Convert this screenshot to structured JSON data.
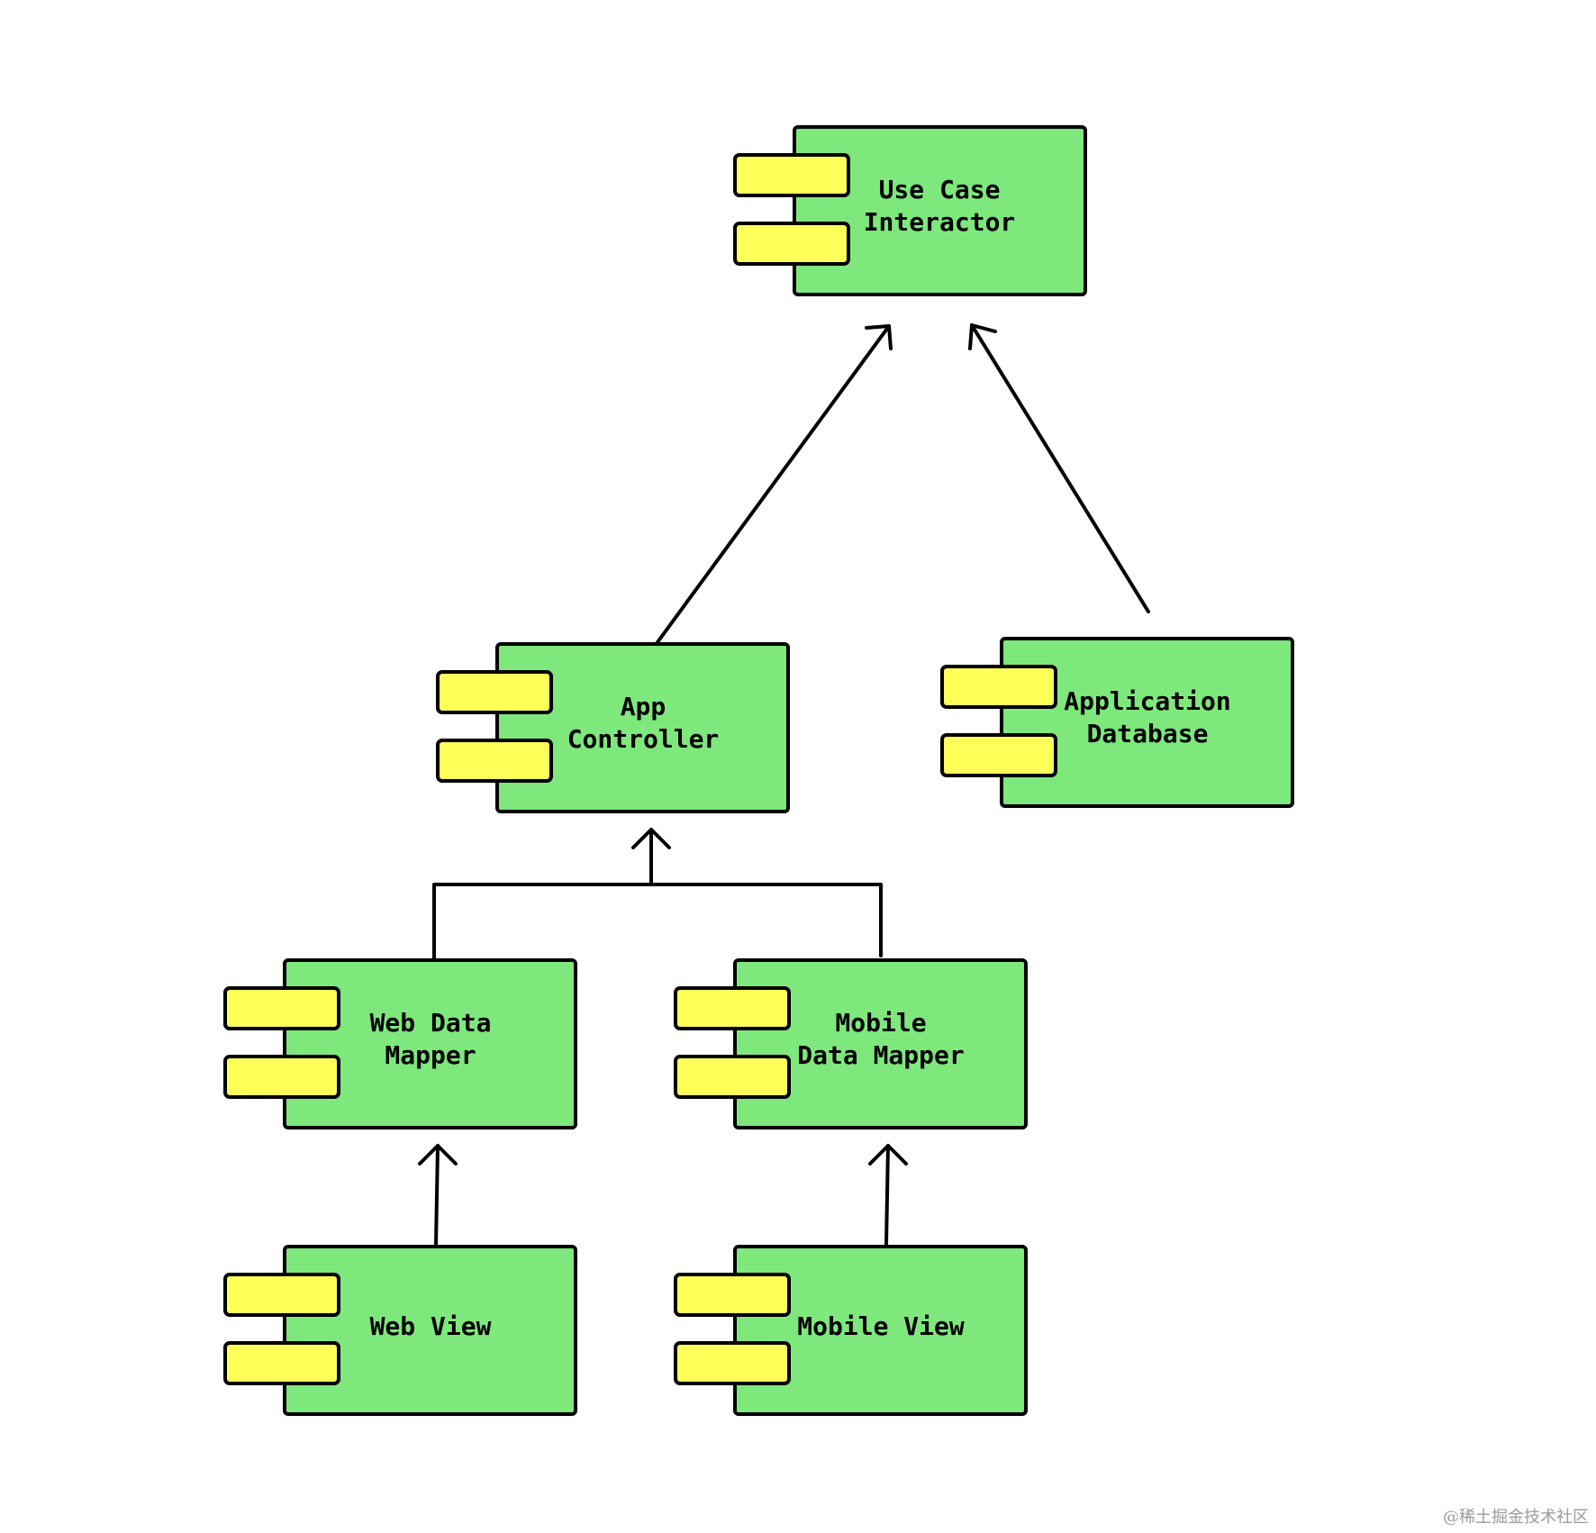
{
  "components": {
    "use_case_interactor": {
      "line1": "Use Case",
      "line2": "Interactor"
    },
    "app_controller": {
      "line1": "App",
      "line2": "Controller"
    },
    "application_database": {
      "line1": "Application",
      "line2": "Database"
    },
    "web_data_mapper": {
      "line1": "Web Data",
      "line2": "Mapper"
    },
    "mobile_data_mapper": {
      "line1": "Mobile",
      "line2": "Data Mapper"
    },
    "web_view": {
      "line1": "Web View"
    },
    "mobile_view": {
      "line1": "Mobile View"
    }
  },
  "colors": {
    "component_fill": "#7ee87c",
    "tab_fill": "#ffff5a",
    "stroke": "#000000"
  },
  "watermark": "@稀土掘金技术社区"
}
